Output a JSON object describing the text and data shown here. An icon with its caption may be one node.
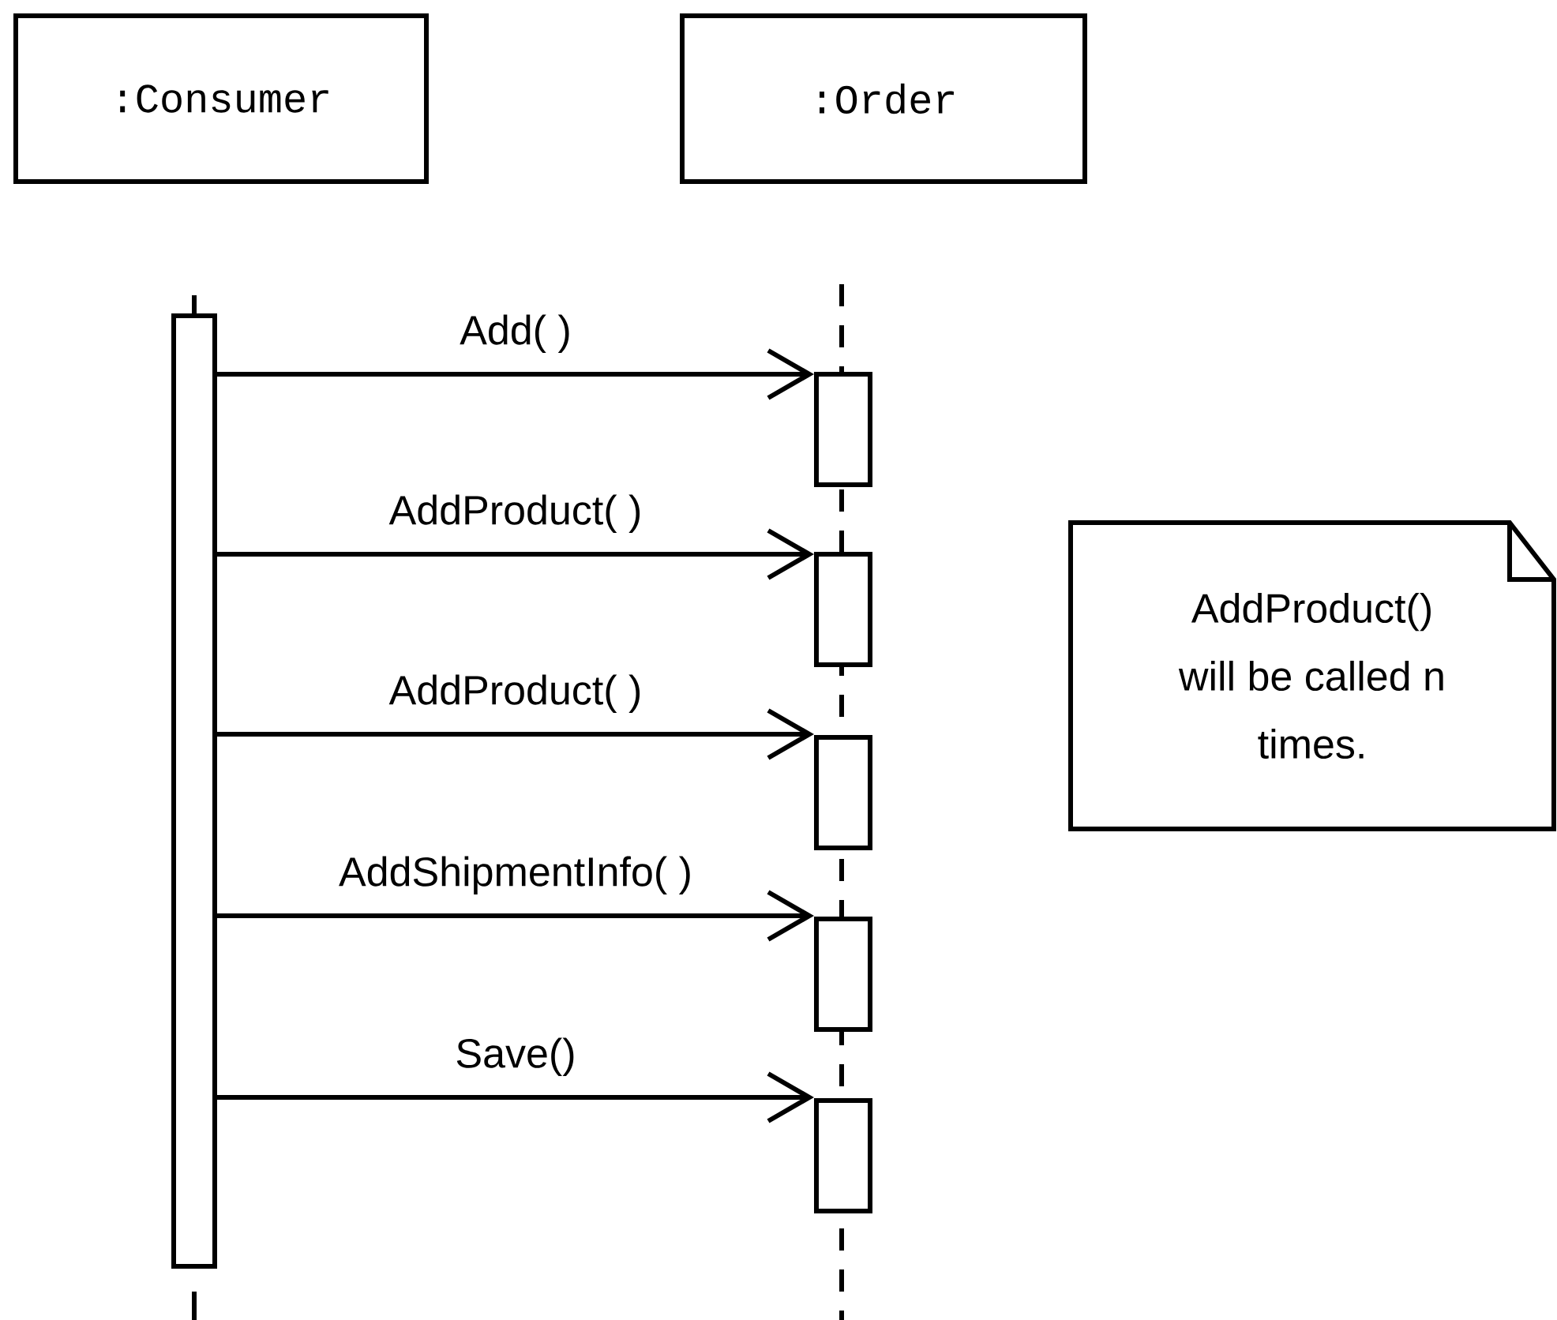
{
  "diagram": {
    "nodes": [
      {
        "text": [
          ":Consumer"
        ]
      },
      {
        "text": [
          ":Order"
        ]
      },
      {
        "text": [],
        "shape": "bar"
      },
      {
        "text": [],
        "shape": "bar"
      },
      {
        "text": [],
        "shape": "bar"
      },
      {
        "text": [],
        "shape": "bar"
      },
      {
        "text": [],
        "shape": "bar"
      },
      {
        "text": [],
        "shape": "bar"
      },
      {
        "text": [
          "AddProduct() will be called n times."
        ]
      }
    ],
    "edges": [
      {
        "from": 2,
        "to": 3,
        "arrow": "to",
        "label": "Add( )"
      },
      {
        "from": 2,
        "to": 4,
        "arrow": "to",
        "label": "AddProduct( )"
      },
      {
        "from": 2,
        "to": 5,
        "arrow": "to",
        "label": "AddProduct( )"
      },
      {
        "from": 2,
        "to": 6,
        "arrow": "to",
        "label": "AddShipmentInfo( )"
      },
      {
        "from": 2,
        "to": 7,
        "arrow": "to",
        "label": "Save()"
      }
    ]
  }
}
